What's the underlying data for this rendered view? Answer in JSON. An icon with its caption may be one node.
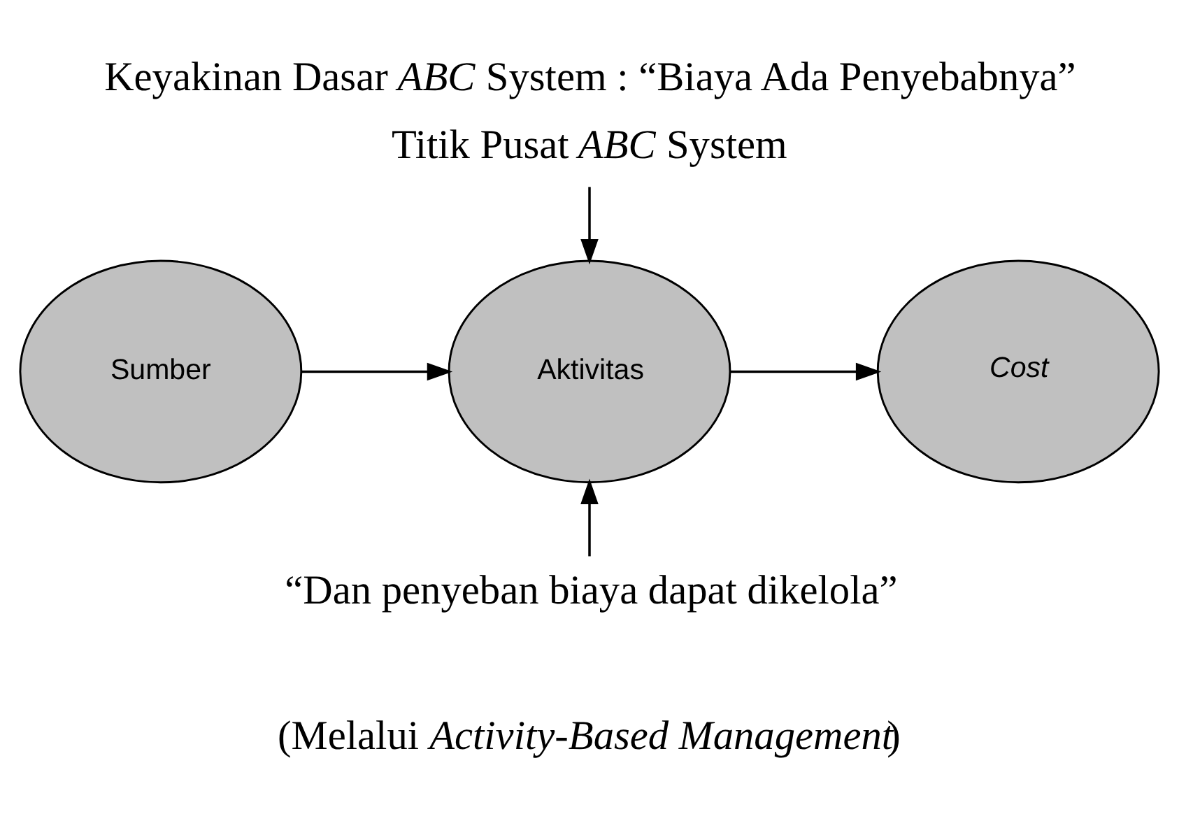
{
  "diagram": {
    "title": "Keyakinan Dasar *ABC* System : “Biaya Ada Penyebabnya”",
    "nodes": [
      {
        "text": [
          "Titik Pusat *ABC* System"
        ]
      },
      {
        "text": [
          "Sumber"
        ]
      },
      {
        "text": [
          "Aktivitas"
        ]
      },
      {
        "text": [
          "*Cost*"
        ]
      },
      {
        "text": [
          "“Dan penyeban biaya dapat dikelola”"
        ]
      }
    ],
    "edges": [
      {
        "from": 1,
        "to": 2,
        "arrow": "to"
      },
      {
        "from": 2,
        "to": 3,
        "arrow": "to"
      },
      {
        "from": 0,
        "to": 2,
        "arrow": "to"
      },
      {
        "from": 4,
        "to": 2,
        "arrow": "to"
      }
    ],
    "labels": [
      "(Melalui *Activity-Based Management*)"
    ]
  }
}
